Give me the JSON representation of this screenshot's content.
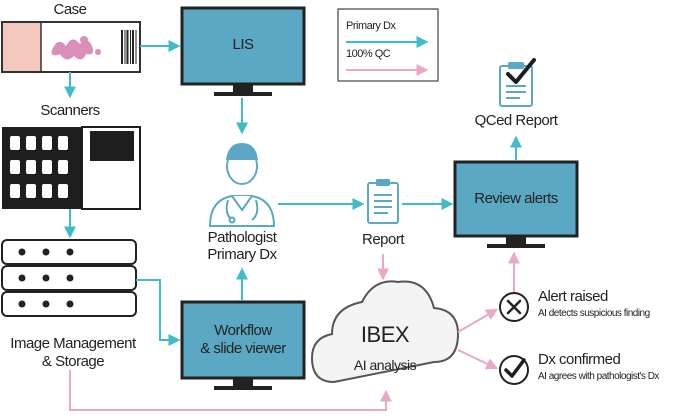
{
  "nodes": {
    "case": "Case",
    "scanners": "Scanners",
    "lis": "LIS",
    "legend_primary": "Primary Dx",
    "legend_qc": "100% QC",
    "qced_report": "QCed Report",
    "review_alerts": "Review alerts",
    "pathologist_line1": "Pathologist",
    "pathologist_line2": "Primary Dx",
    "report": "Report",
    "image_mgmt_line1": "Image Management",
    "image_mgmt_line2": "& Storage",
    "workflow_line1": "Workflow",
    "workflow_line2": "& slide viewer",
    "ibex": "IBEX",
    "ai_analysis": "AI analysis",
    "alert_title": "Alert raised",
    "alert_desc": "AI detects suspicious finding",
    "dx_title": "Dx confirmed",
    "dx_desc": "AI agrees with pathologist's Dx"
  },
  "colors": {
    "primary_teal": "#3fbcc4",
    "qc_pink": "#e8a9c8",
    "screen_blue": "#5ba8c4",
    "dark": "#1e1e1e",
    "slide_pink": "#f3c9bd",
    "tissue_pink": "#d98fb8"
  }
}
